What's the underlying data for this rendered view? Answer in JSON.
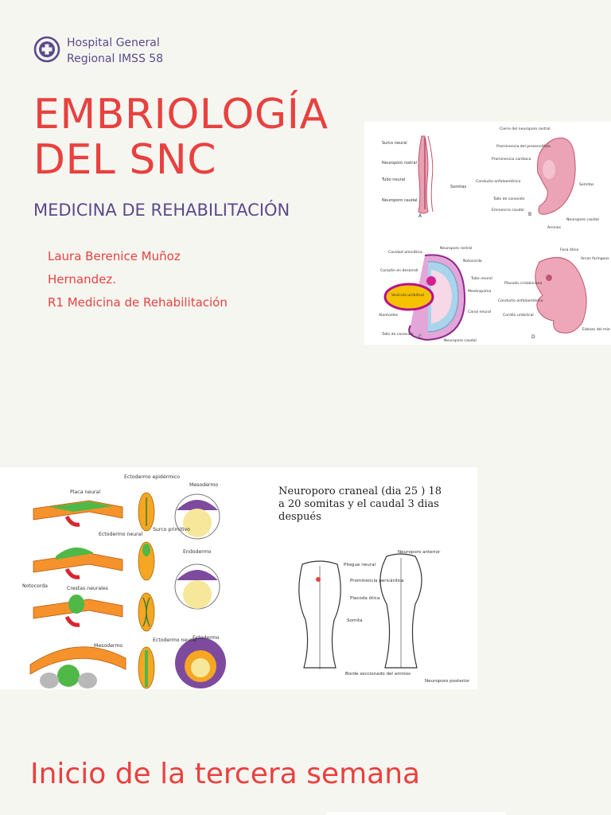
{
  "header": {
    "hospital_line1": "Hospital General",
    "hospital_line2": "Regional IMSS 58",
    "logo_icon": "medical-cross-icon"
  },
  "cover": {
    "title_line1": "EMBRIOLOGÍA",
    "title_line2": "DEL SNC",
    "subtitle": "MEDICINA DE REHABILITACIÓN",
    "author_line1": "Laura Berenice Muñoz",
    "author_line2": "Hernandez.",
    "author_line3": "R1 Medicina de Rehabilitación"
  },
  "figure1": {
    "panel_a": "A",
    "panel_b": "B",
    "panel_c": "C",
    "panel_d": "D",
    "labels": {
      "surco_neural": "Surco neural",
      "neuroporo_rostral": "Neuroporo rostral",
      "tubo_neural": "Tubo neural",
      "neuroporo_caudal": "Neuroporo caudal",
      "somitas": "Somitas",
      "cierre_neuroporo": "Cierre del neuroporo rostral",
      "prominencia_prosencefalo": "Prominencia del prosencéfalo",
      "prominencia_cardiaca": "Prominencia cardíaca",
      "conducto_onfalo": "Conducto onfaloentérico",
      "tallo_conexion": "Tallo de conexión",
      "eminencia_caudal": "Eminencia caudal",
      "amnios": "Amnios",
      "cavidad_amniotica": "Cavidad amniótica",
      "notocorda": "Notocorda",
      "corazon": "Corazón en desarroll",
      "vesicula": "Vesícula umbilical",
      "mesenquima": "Mesénquima",
      "canal_neural": "Canal neural",
      "alantoides": "Alantoides",
      "fosa_otica": "Fosa ótica",
      "arcos_faringeos": "Arcos faríngeos",
      "placoda_cristaliniana": "Placoda cristaliniana",
      "cordon_umbilical": "Cordón umbilical",
      "esbozo": "Esbozo del mie"
    }
  },
  "figure2": {
    "labels": {
      "ectodermo_epidermico": "Ectodermo epidérmico",
      "mesodermo": "Mesodermo",
      "placa_neural": "Placa neural",
      "ectodermo_neural": "Ectodermo neural",
      "surco_primitivo": "Surco primitivo",
      "endodermo": "Endodermo",
      "notocorda": "Notocorda",
      "crestas_neurales": "Crestas neurales",
      "ectodermo": "Ectodermo"
    },
    "caption_line1": "Neuroporo craneal (dia 25 ) 18",
    "caption_line2": "a 20 somitas y el caudal 3 dias",
    "caption_line3": "después",
    "embryo_labels": {
      "pliegue_neural": "Pliegue neural",
      "prominencia_pericardica": "Prominencia pericárdica",
      "placoda_otica": "Placoda ótica",
      "somita": "Somita",
      "borde_amnios": "Borde seccionado del amnios",
      "neuroporo_anterior": "Neuroporo anterior",
      "neuroporo_posterior": "Neuroporo posterior"
    }
  },
  "section": {
    "heading": "Inicio de la tercera semana"
  },
  "colors": {
    "accent_red": "#e8413f",
    "accent_purple": "#5a4a8c",
    "background": "#f6f6f1"
  }
}
